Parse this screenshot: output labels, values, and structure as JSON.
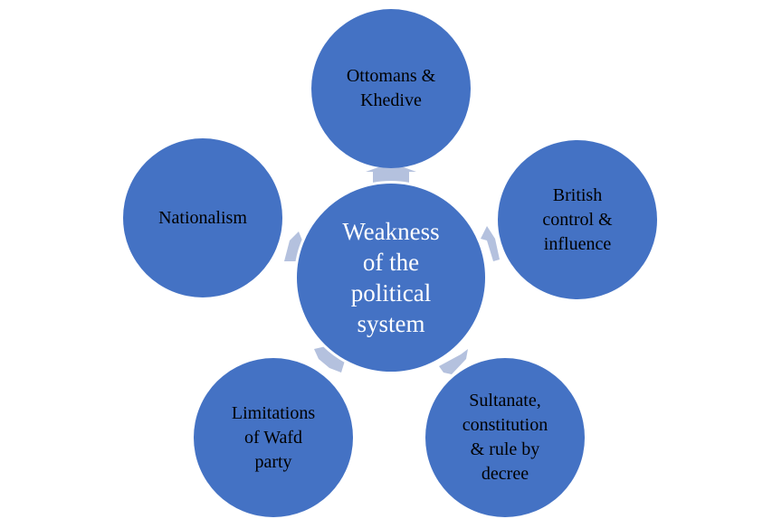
{
  "diagram": {
    "type": "radial-cycle",
    "colors": {
      "node_fill": "#4472C4",
      "center_text": "#FFFFFF",
      "outer_text": "#000000",
      "arrow_fill": "#B4C1DE"
    },
    "center": {
      "label": "Weakness\nof the\npolitical\nsystem"
    },
    "nodes": [
      {
        "id": "ottomans",
        "label": "Ottomans &\nKhedive"
      },
      {
        "id": "british",
        "label": "British\ncontrol &\ninfluence"
      },
      {
        "id": "sultanate",
        "label": "Sultanate,\nconstitution\n& rule by\ndecree"
      },
      {
        "id": "wafd",
        "label": "Limitations\nof Wafd\nparty"
      },
      {
        "id": "nationalism",
        "label": "Nationalism"
      }
    ]
  }
}
